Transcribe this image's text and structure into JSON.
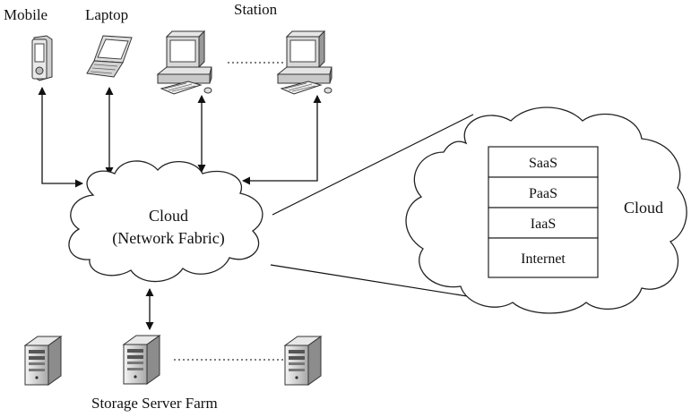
{
  "devices": {
    "mobile": "Mobile",
    "laptop": "Laptop",
    "station": "Station"
  },
  "network_cloud": {
    "line1": "Cloud",
    "line2": "(Network Fabric)"
  },
  "cloud_detail": {
    "label": "Cloud",
    "layers": [
      "SaaS",
      "PaaS",
      "IaaS",
      "Internet"
    ]
  },
  "server_farm": {
    "label": "Storage Server Farm"
  },
  "icons": [
    "mobile-device-icon",
    "laptop-icon",
    "desktop-station-icon",
    "server-icon"
  ]
}
